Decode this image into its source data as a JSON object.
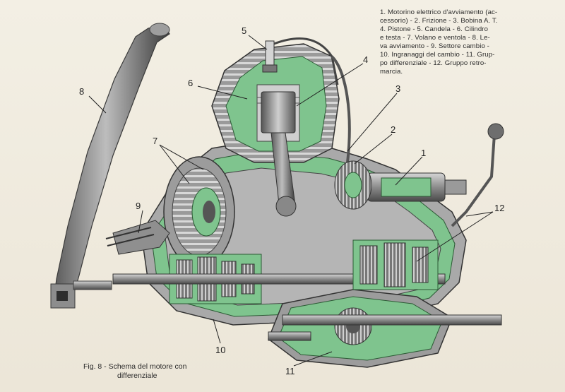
{
  "legend_lines": [
    "1. Motorino elettrico d'avviamento (ac-",
    "cessorio) - 2. Frizione - 3. Bobina A. T.",
    "4. Pistone - 5. Candela - 6. Cilindro",
    "e testa - 7. Volano e ventola - 8. Le-",
    "va avviamento - 9. Settore cambio -",
    "10. Ingranaggi del cambio - 11. Grup-",
    "po differenziale - 12. Gruppo retro-",
    "marcia."
  ],
  "caption": {
    "line1": "Fig. 8 - Schema del motore con",
    "line2": "differenziale"
  },
  "callouts": [
    {
      "id": "1",
      "label": "1"
    },
    {
      "id": "2",
      "label": "2"
    },
    {
      "id": "3",
      "label": "3"
    },
    {
      "id": "4",
      "label": "4"
    },
    {
      "id": "5",
      "label": "5"
    },
    {
      "id": "6",
      "label": "6"
    },
    {
      "id": "7",
      "label": "7"
    },
    {
      "id": "8",
      "label": "8"
    },
    {
      "id": "9",
      "label": "9"
    },
    {
      "id": "10",
      "label": "10"
    },
    {
      "id": "11",
      "label": "11"
    },
    {
      "id": "12",
      "label": "12"
    }
  ],
  "colors": {
    "section_green": "#7fc48e",
    "metal_dark": "#3e3e3e",
    "metal_mid": "#8a8a8a",
    "metal_light": "#c9c9c9",
    "paper": "#f0ebdf"
  }
}
